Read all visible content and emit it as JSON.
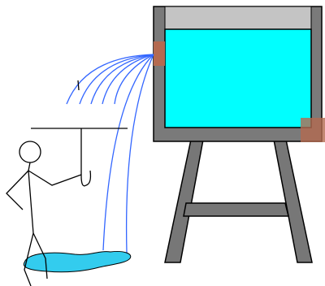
{
  "colors": {
    "tank_frame": "#7a7a7a",
    "tank_headspace": "#c4c4c4",
    "water": "#00ffff",
    "puddle": "#33ccee",
    "jet": "#3366ff",
    "hole": "#b46a50",
    "stand_leg": "#777777",
    "outline": "#000000"
  },
  "scene": {
    "tank": "water-tank",
    "stand": "tank-stand",
    "jets": "water-jets",
    "person": "stick-figure",
    "puddle": "water-puddle"
  }
}
